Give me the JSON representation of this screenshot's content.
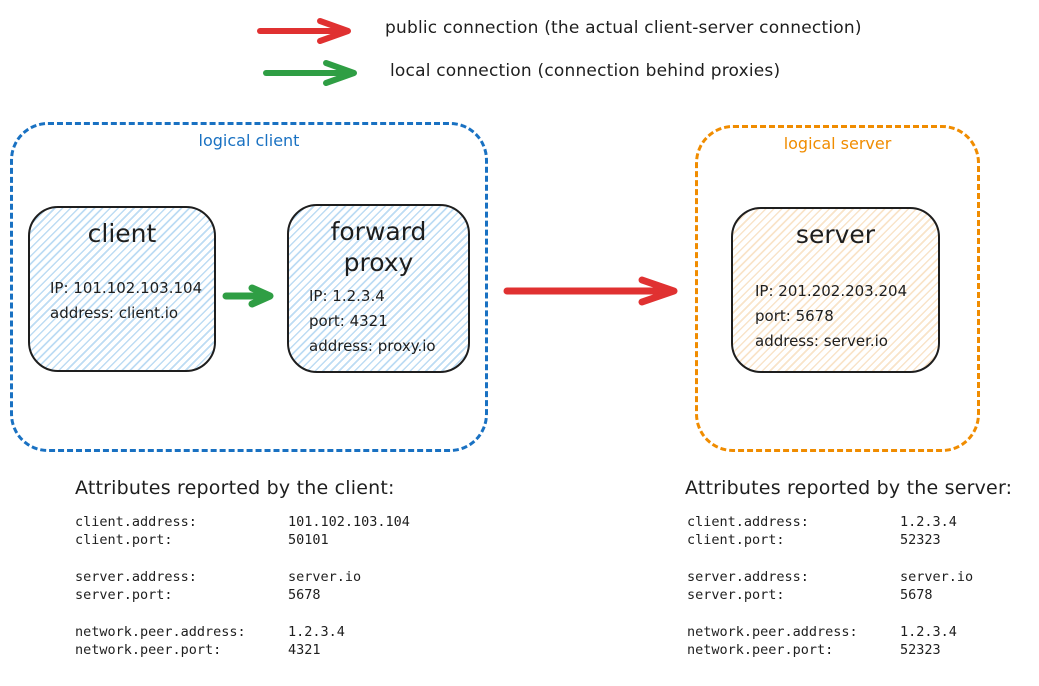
{
  "colors": {
    "public_arrow": "#e03131",
    "local_arrow": "#2f9e44",
    "logical_client": "#1971c2",
    "logical_server": "#f08c00",
    "ink": "#1e1e1e",
    "client_fill": "#a5d8ff",
    "server_fill": "#ffd8a8"
  },
  "legend": {
    "public": {
      "label": "public connection (the actual client-server connection)"
    },
    "local": {
      "label": "local connection (connection behind proxies)"
    }
  },
  "groups": {
    "client": {
      "label": "logical client"
    },
    "server": {
      "label": "logical server"
    }
  },
  "nodes": {
    "client": {
      "title": "client",
      "lines": [
        "IP: 101.102.103.104",
        "address: client.io"
      ]
    },
    "proxy": {
      "title": "forward proxy",
      "lines": [
        "IP: 1.2.3.4",
        "port: 4321",
        "address: proxy.io"
      ]
    },
    "server": {
      "title": "server",
      "lines": [
        "IP: 201.202.203.204",
        "port: 5678",
        "address: server.io"
      ]
    }
  },
  "attributes_client": {
    "title": "Attributes reported by the client:",
    "groups": [
      {
        "rows": [
          {
            "key": "client.address:",
            "value": "101.102.103.104"
          },
          {
            "key": "client.port:",
            "value": "50101"
          }
        ]
      },
      {
        "rows": [
          {
            "key": "server.address:",
            "value": "server.io"
          },
          {
            "key": "server.port:",
            "value": "5678"
          }
        ]
      },
      {
        "rows": [
          {
            "key": "network.peer.address:",
            "value": "1.2.3.4"
          },
          {
            "key": "network.peer.port:",
            "value": "4321"
          }
        ]
      }
    ]
  },
  "attributes_server": {
    "title": "Attributes reported by the server:",
    "groups": [
      {
        "rows": [
          {
            "key": "client.address:",
            "value": "1.2.3.4"
          },
          {
            "key": "client.port:",
            "value": "52323"
          }
        ]
      },
      {
        "rows": [
          {
            "key": "server.address:",
            "value": "server.io"
          },
          {
            "key": "server.port:",
            "value": "5678"
          }
        ]
      },
      {
        "rows": [
          {
            "key": "network.peer.address:",
            "value": "1.2.3.4"
          },
          {
            "key": "network.peer.port:",
            "value": "52323"
          }
        ]
      }
    ]
  }
}
